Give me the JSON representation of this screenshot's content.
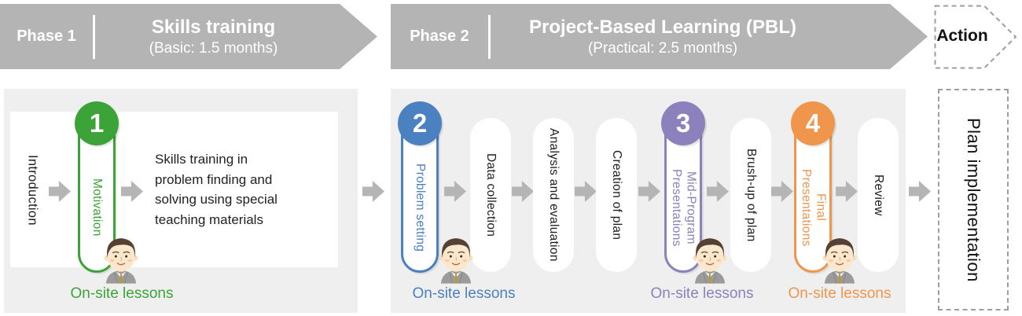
{
  "header": {
    "phase1": {
      "label": "Phase 1",
      "title": "Skills training",
      "subtitle": "(Basic: 1.5 months)"
    },
    "phase2": {
      "label": "Phase 2",
      "title": "Project-Based Learning (PBL)",
      "subtitle": "(Practical: 2.5 months)"
    },
    "action": {
      "label": "Action"
    }
  },
  "phase1_flow": {
    "intro_label": "Introduction",
    "step": {
      "number": "1",
      "label": "Motivation"
    },
    "description": "Skills training in\nproblem finding and\nsolving using special\nteaching materials",
    "onsite_label": "On-site lessons"
  },
  "phase2_flow": {
    "steps": [
      {
        "type": "numbered",
        "number": "2",
        "label": "Problem setting"
      },
      {
        "type": "plain",
        "label": "Data collection"
      },
      {
        "type": "plain",
        "label": "Analysis and evaluation"
      },
      {
        "type": "plain",
        "label": "Creation of plan"
      },
      {
        "type": "numbered",
        "number": "3",
        "label": "Mid-Program\nPresentations"
      },
      {
        "type": "plain",
        "label": "Brush-up of plan"
      },
      {
        "type": "numbered",
        "number": "4",
        "label": "Final\nPresentations"
      },
      {
        "type": "plain",
        "label": "Review"
      }
    ],
    "onsite_labels": [
      "On-site lessons",
      "On-site lessons",
      "On-site lessons"
    ]
  },
  "outcome": {
    "label": "Plan implementation"
  },
  "icons": {
    "flow_arrow": "block-right-arrow",
    "teacher_avatar": "teacher-person-illustration"
  },
  "colors": {
    "band_gray": "#b4b4b4",
    "panel_bg": "#efefef",
    "arrow_gray": "#b5b5b5",
    "step1_green": "#3ca338",
    "step2_blue": "#4b80c1",
    "step3_purple": "#8d81bd",
    "step4_orange": "#f0954c",
    "dashed_border": "#9e9e9e"
  }
}
